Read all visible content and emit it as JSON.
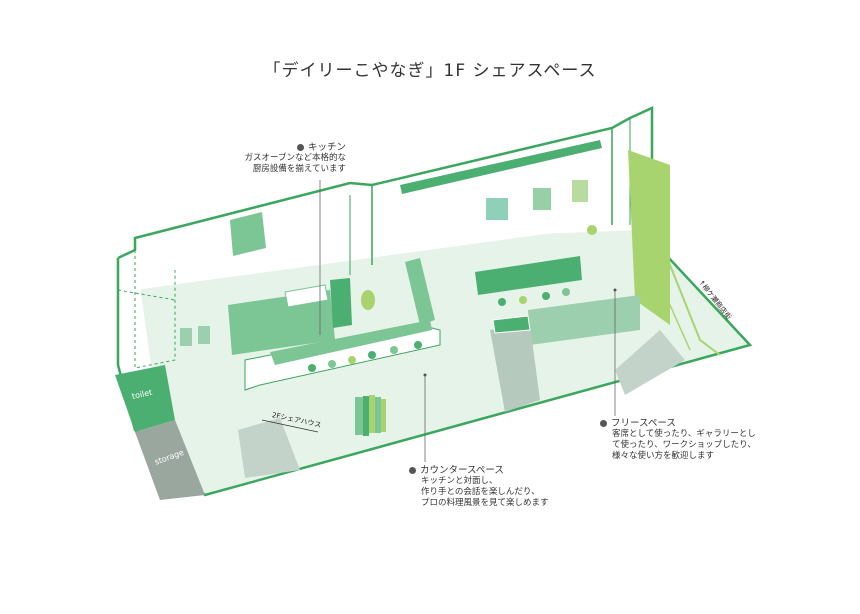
{
  "title": "「デイリーこやなぎ」1F シェアスペース",
  "colors": {
    "outline": "#3aa65e",
    "floor": "#e6f3e8",
    "wall_dark": "#4caf72",
    "furniture": "#7cc595",
    "light_green": "#a8d46f",
    "gray": "#9aa79f",
    "text": "#333333"
  },
  "callouts": {
    "kitchen": {
      "heading": "キッチン",
      "lines": [
        "ガスオーブンなど本格的な",
        "厨房設備を揃えています"
      ]
    },
    "counter": {
      "heading": "カウンタースペース",
      "lines": [
        "キッチンと対面し、",
        "作り手との会話を楽しんだり、",
        "プロの料理風景を見て楽しめます"
      ]
    },
    "free": {
      "heading": "フリースペース",
      "lines": [
        "客席として使ったり、ギャラリーとし",
        "て使ったり、ワークショップしたり、",
        "様々な使い方を歓迎します"
      ]
    }
  },
  "labels": {
    "toilet": "toilet",
    "storage": "storage",
    "sharehouse": "2Fシェアハウス",
    "street": "↑柳ケ瀬商店街"
  }
}
